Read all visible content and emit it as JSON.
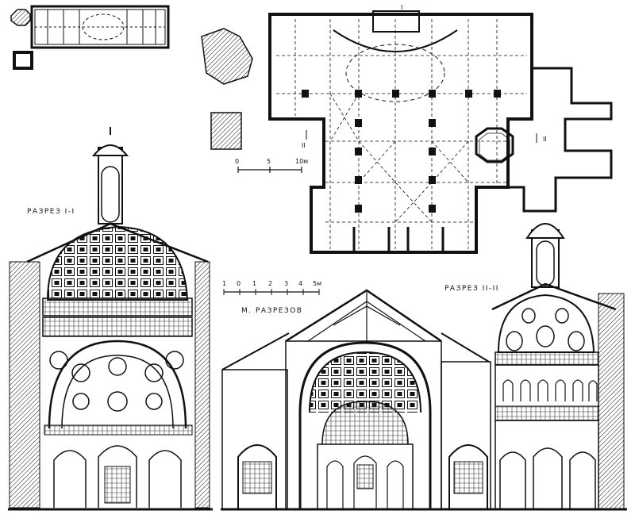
{
  "labels": {
    "section_1": "РАЗРЕЗ I-I",
    "section_2": "РАЗРЕЗ II-II",
    "section_scale_title": "М. РАЗРЕЗОВ",
    "section_scale_ticks": [
      "1",
      "0",
      "1",
      "2",
      "3",
      "4",
      "5м"
    ],
    "plan_scale_ticks": [
      "0",
      "5",
      "10м"
    ],
    "plan_mark_left": "II",
    "plan_mark_right": "II",
    "plan_mark_top": "I"
  },
  "colors": {
    "ink": "#111111",
    "paper": "#ffffff"
  }
}
